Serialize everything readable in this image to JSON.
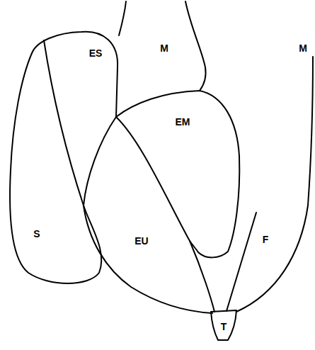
{
  "diagram": {
    "nodes": [
      {
        "text": [
          "ES"
        ]
      },
      {
        "text": [
          "EM"
        ]
      },
      {
        "text": [
          "S"
        ]
      },
      {
        "text": [
          "EU"
        ]
      },
      {
        "text": [
          "F"
        ]
      },
      {
        "text": [
          "T"
        ]
      }
    ],
    "labels": [
      "M",
      "M"
    ]
  }
}
